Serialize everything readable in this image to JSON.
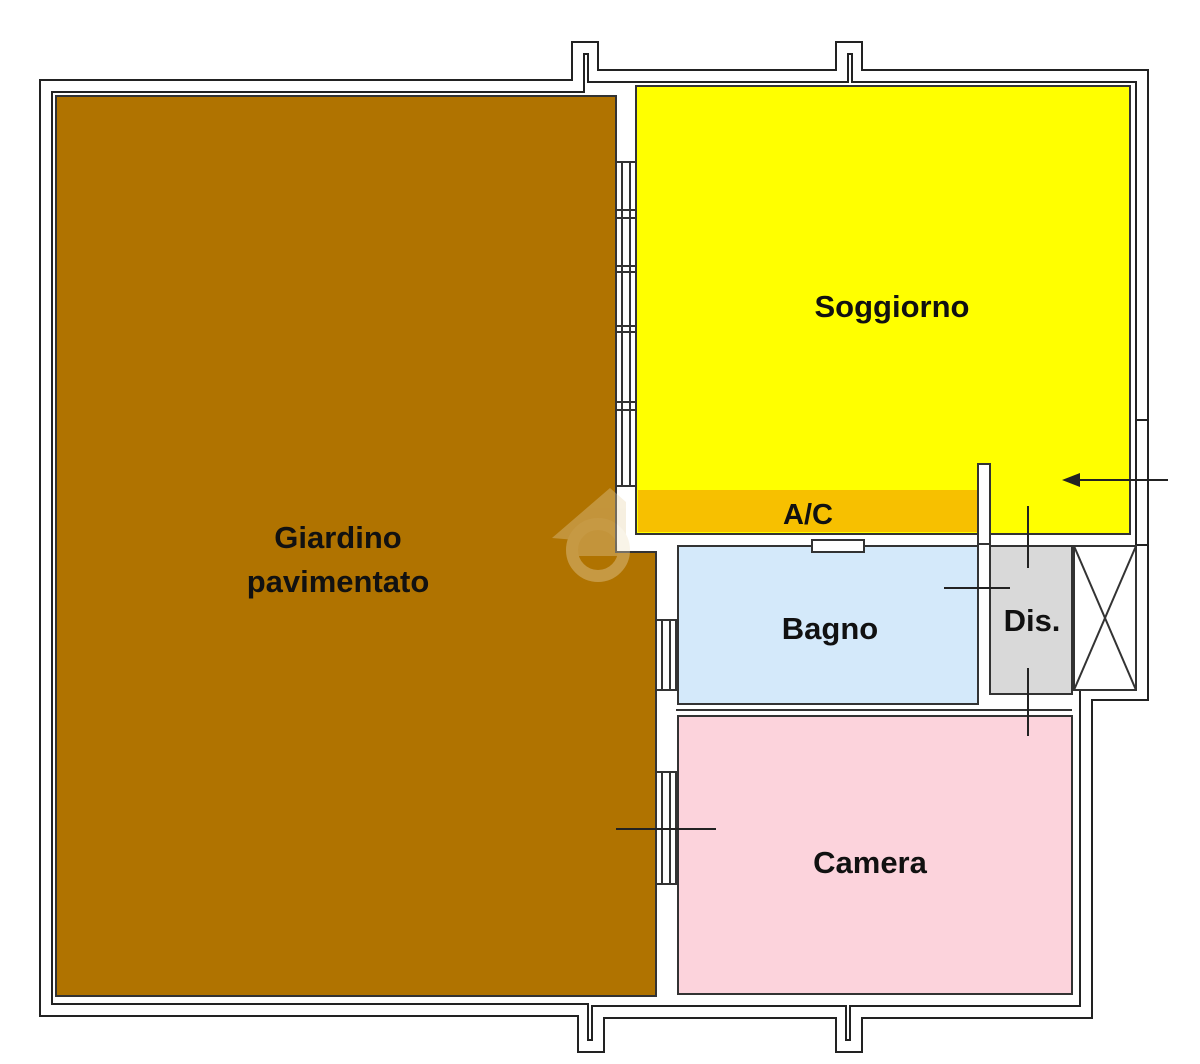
{
  "floorplan": {
    "rooms": {
      "giardino": {
        "line1": "Giardino",
        "line2": "pavimentato",
        "color": "#B07300"
      },
      "soggiorno": {
        "label": "Soggiorno",
        "color": "#FFFF00"
      },
      "ac": {
        "label": "A/C",
        "color": "#F7C000"
      },
      "bagno": {
        "label": "Bagno",
        "color": "#D4E9FA"
      },
      "dis": {
        "label": "Dis.",
        "color": "#D9D9D9"
      },
      "camera": {
        "label": "Camera",
        "color": "#FCD3DC"
      }
    },
    "wall_color": "#222222",
    "icons": [
      "entrance-arrow-icon",
      "elevator-shaft-icon",
      "watermark-logo-icon"
    ]
  }
}
